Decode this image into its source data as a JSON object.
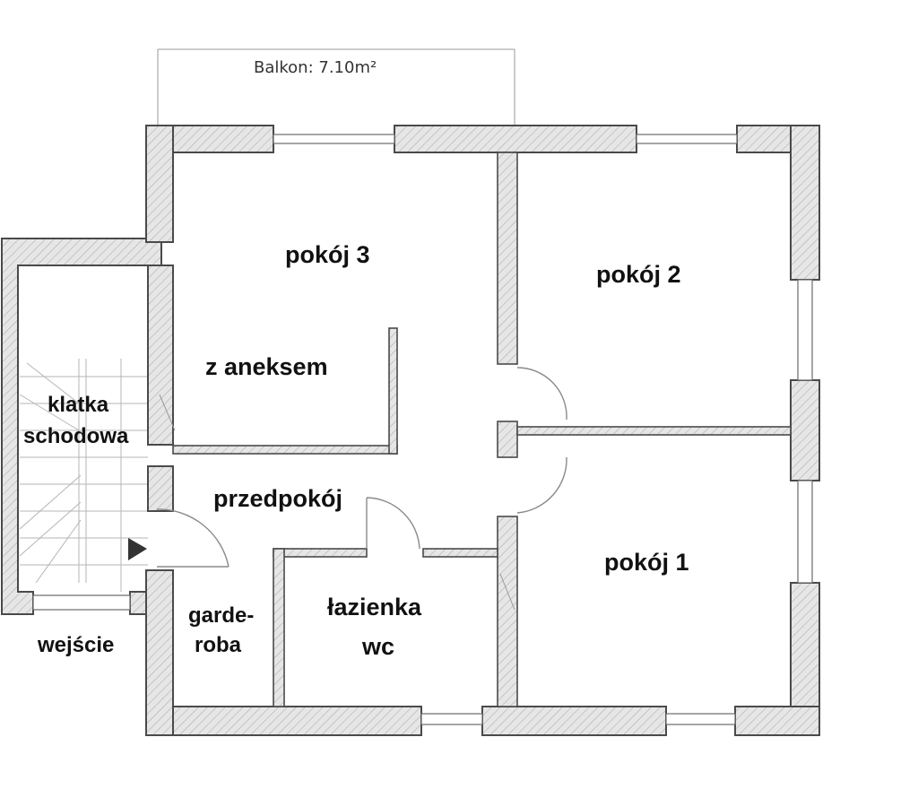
{
  "balcony": {
    "label": "Balkon: 7.10m²"
  },
  "rooms": {
    "room3": {
      "line1": "pokój 3",
      "line2": "z aneksem"
    },
    "room2": {
      "label": "pokój 2"
    },
    "room1": {
      "label": "pokój 1"
    },
    "stairwell": {
      "line1": "klatka",
      "line2": "schodowa"
    },
    "hallway": {
      "label": "przedpokój"
    },
    "wardrobe": {
      "line1": "garde-",
      "line2": "roba"
    },
    "bathroom": {
      "line1": "łazienka",
      "line2": "wc"
    },
    "entrance": {
      "label": "wejście"
    }
  }
}
